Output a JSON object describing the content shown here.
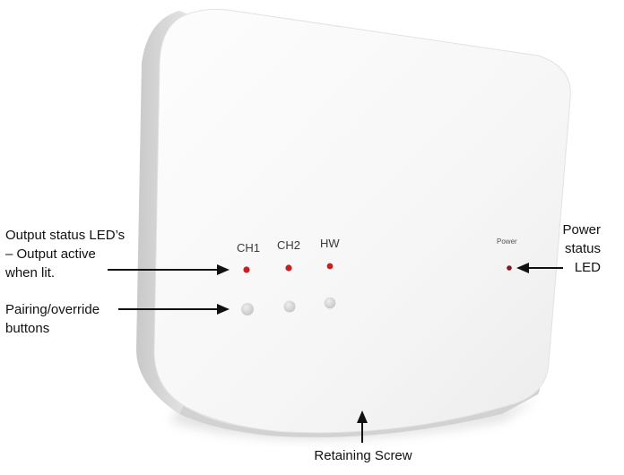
{
  "device": {
    "channels": [
      {
        "label": "CH1",
        "led_color": "#c62020",
        "button_color": "#d6d6d6"
      },
      {
        "label": "CH2",
        "led_color": "#c62020",
        "button_color": "#d6d6d6"
      },
      {
        "label": "HW",
        "led_color": "#c62020",
        "button_color": "#d6d6d6"
      }
    ],
    "power_label": "Power",
    "power_led_color": "#7a1f1f",
    "body_color": "#f7f7f7",
    "side_color": "#dcdcdc"
  },
  "callouts": {
    "output_status": [
      "Output status LED’s",
      "– Output active",
      "when lit."
    ],
    "pairing": [
      "Pairing/override",
      "buttons"
    ],
    "power_status": [
      "Power",
      "status",
      "LED"
    ],
    "retaining_screw": "Retaining Screw"
  }
}
